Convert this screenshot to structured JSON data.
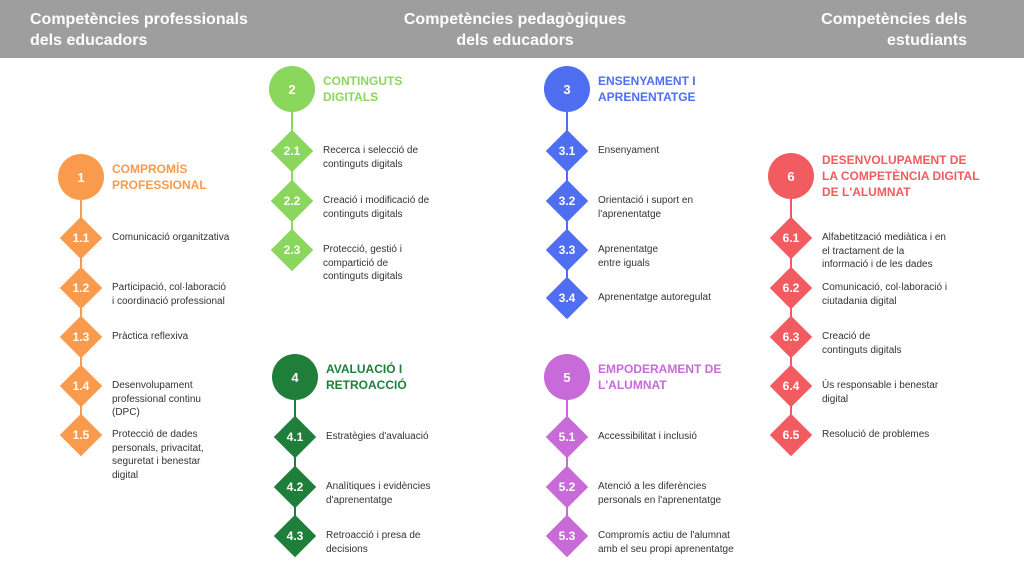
{
  "header": {
    "col1": "Competències professionals\ndels educadors",
    "col2": "Competències pedagògiques\ndels educadors",
    "col3": "Competències dels\nestudiants"
  },
  "areas": [
    {
      "num": "1",
      "title": "COMPROMÍS\nPROFESSIONAL",
      "color": "#f99a4c",
      "items": [
        {
          "num": "1.1",
          "text": "Comunicació organitzativa"
        },
        {
          "num": "1.2",
          "text": "Participació, col·laboració\ni coordinació professional"
        },
        {
          "num": "1.3",
          "text": "Pràctica reflexiva"
        },
        {
          "num": "1.4",
          "text": "Desenvolupament\nprofessional continu\n(DPC)"
        },
        {
          "num": "1.5",
          "text": "Protecció de dades\npersonals, privacitat,\nseguretat i benestar\ndigital"
        }
      ]
    },
    {
      "num": "2",
      "title": "CONTINGUTS\nDIGITALS",
      "color": "#8bd65c",
      "items": [
        {
          "num": "2.1",
          "text": "Recerca i selecció de\ncontinguts digitals"
        },
        {
          "num": "2.2",
          "text": "Creació i modificació de\ncontinguts digitals"
        },
        {
          "num": "2.3",
          "text": "Protecció, gestió i\ncompartició de\ncontinguts digitals"
        }
      ]
    },
    {
      "num": "3",
      "title": "ENSENYAMENT I\nAPRENENTATGE",
      "color": "#4f6ef2",
      "items": [
        {
          "num": "3.1",
          "text": "Ensenyament"
        },
        {
          "num": "3.2",
          "text": "Orientació i suport en\nl'aprenentatge"
        },
        {
          "num": "3.3",
          "text": "Aprenentatge\nentre iguals"
        },
        {
          "num": "3.4",
          "text": "Aprenentatge autoregulat"
        }
      ]
    },
    {
      "num": "4",
      "title": "AVALUACIÓ I\nRETROACCIÓ",
      "color": "#1e7e3a",
      "items": [
        {
          "num": "4.1",
          "text": "Estratègies d'avaluació"
        },
        {
          "num": "4.2",
          "text": "Analítiques i evidències\nd'aprenentatge"
        },
        {
          "num": "4.3",
          "text": "Retroacció i presa de\ndecisions"
        }
      ]
    },
    {
      "num": "5",
      "title": "EMPODERAMENT DE\nL'ALUMNAT",
      "color": "#c86ad8",
      "items": [
        {
          "num": "5.1",
          "text": "Accessibilitat i inclusió"
        },
        {
          "num": "5.2",
          "text": "Atenció a les diferències\npersonals en l'aprenentatge"
        },
        {
          "num": "5.3",
          "text": "Compromís actiu de l'alumnat\namb el seu propi aprenentatge"
        }
      ]
    },
    {
      "num": "6",
      "title": "DESENVOLUPAMENT DE\nLA COMPETÈNCIA DIGITAL\nDE L'ALUMNAT",
      "color": "#f25b5f",
      "items": [
        {
          "num": "6.1",
          "text": "Alfabetització mediàtica i en\nel tractament de la\ninformació i de les dades"
        },
        {
          "num": "6.2",
          "text": "Comunicació, col·laboració i\nciutadania digital"
        },
        {
          "num": "6.3",
          "text": "Creació de\ncontinguts digitals"
        },
        {
          "num": "6.4",
          "text": "Ús responsable i benestar\ndigital"
        },
        {
          "num": "6.5",
          "text": "Resolució de problemes"
        }
      ]
    }
  ]
}
